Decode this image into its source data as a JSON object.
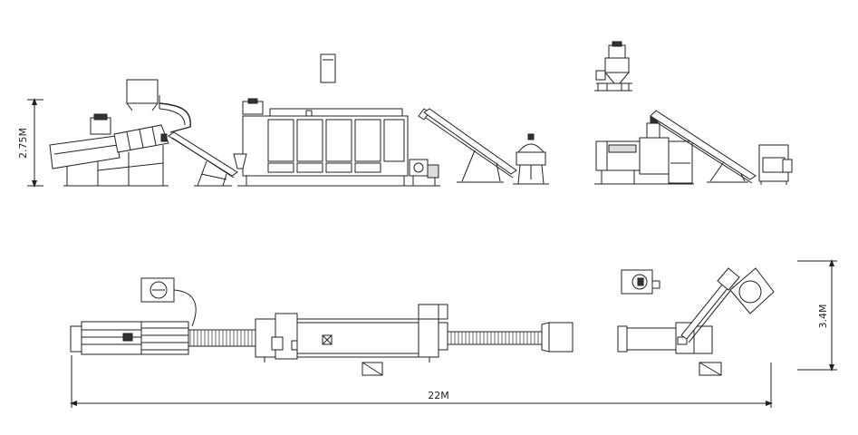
{
  "dimensions": {
    "side_height_label": "2.75M",
    "plan_width_label": "3.4M",
    "total_length_label": "22M"
  }
}
